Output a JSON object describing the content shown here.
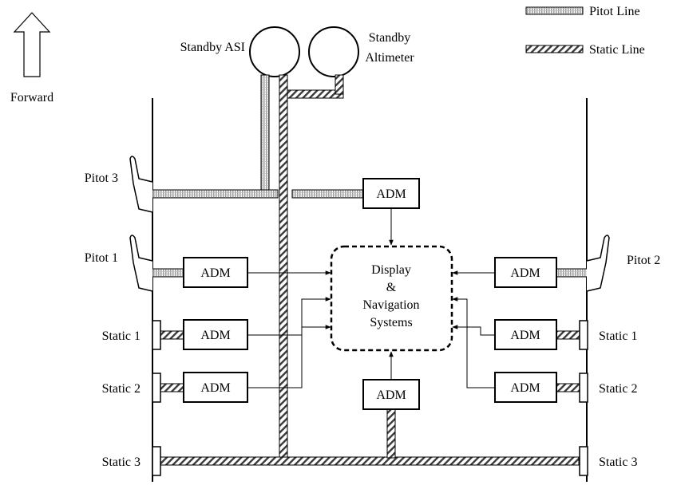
{
  "legend": {
    "pitot_line": "Pitot Line",
    "static_line": "Static Line"
  },
  "direction": {
    "label": "Forward",
    "icon": "up-arrow-icon"
  },
  "instruments": {
    "standby_asi": "Standby ASI",
    "standby_altimeter_line1": "Standby",
    "standby_altimeter_line2": "Altimeter"
  },
  "probes": {
    "pitot3": "Pitot 3",
    "pitot1": "Pitot 1",
    "pitot2": "Pitot 2",
    "static1_left": "Static 1",
    "static2_left": "Static 2",
    "static3_left": "Static 3",
    "static1_right": "Static 1",
    "static2_right": "Static 2",
    "static3_right": "Static 3"
  },
  "adm_label": "ADM",
  "display_nav": {
    "line1": "Display",
    "line2": "&",
    "line3": "Navigation",
    "line4": "Systems"
  },
  "colors": {
    "stroke": "#000000",
    "background": "#ffffff"
  }
}
